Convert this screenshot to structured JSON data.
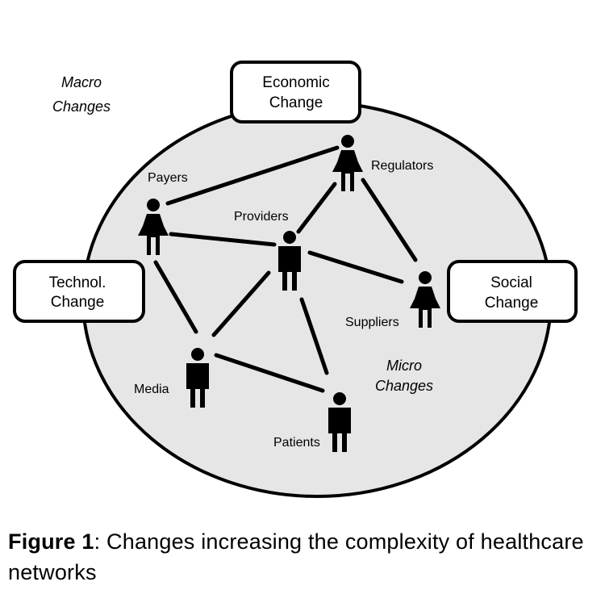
{
  "diagram": {
    "macro_label": [
      "Macro",
      "Changes"
    ],
    "micro_label": [
      "Micro",
      "Changes"
    ],
    "boxes": {
      "economic": [
        "Economic",
        "Change"
      ],
      "technological": [
        "Technol.",
        "Change"
      ],
      "social": [
        "Social",
        "Change"
      ]
    },
    "actors": {
      "payers": "Payers",
      "regulators": "Regulators",
      "providers": "Providers",
      "suppliers": "Suppliers",
      "media": "Media",
      "patients": "Patients"
    }
  },
  "caption": {
    "figure_label": "Figure 1",
    "text": ": Changes increasing the complexity of healthcare networks"
  }
}
